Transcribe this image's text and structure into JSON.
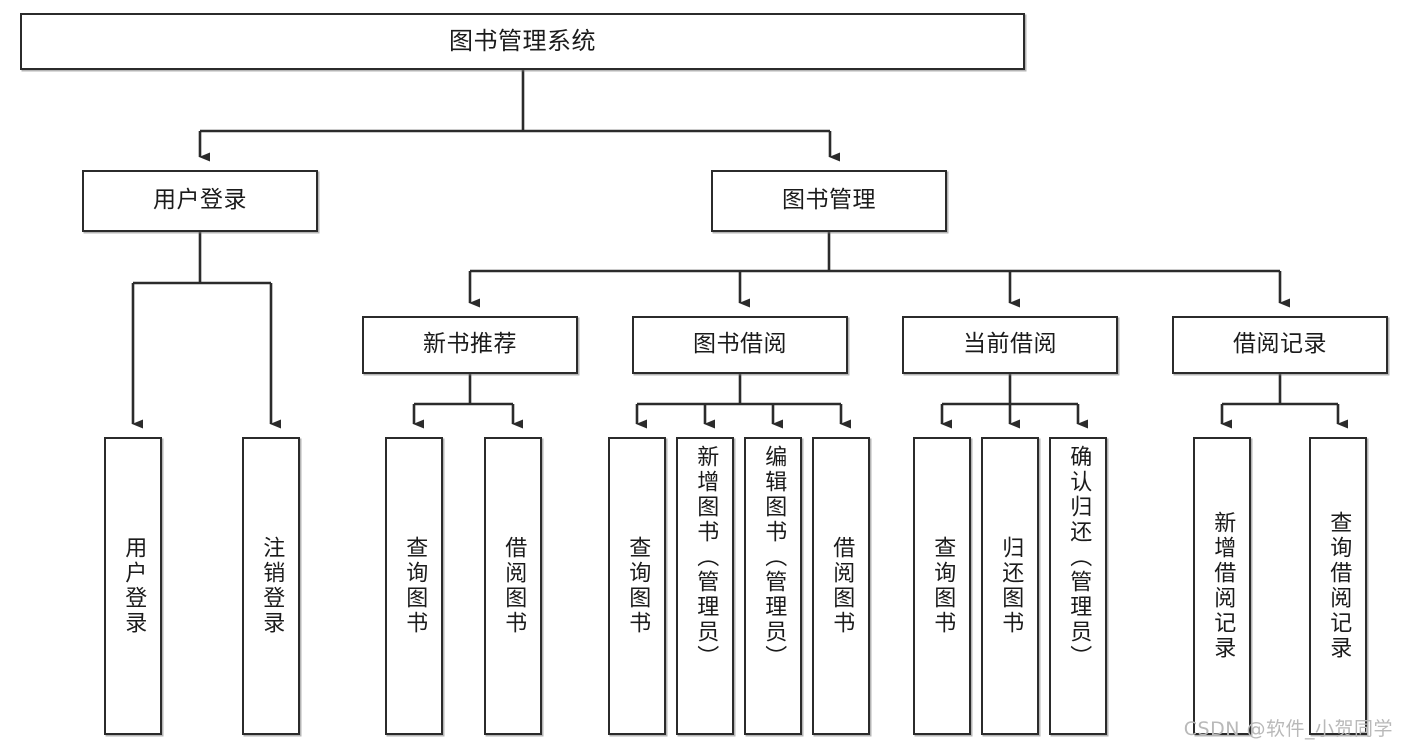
{
  "diagram": {
    "title": "图书管理系统",
    "type": "tree-hierarchy-chart",
    "watermark": "CSDN @软件_小贺同学",
    "colors": {
      "box_border": "#2b2b2b",
      "box_fill": "#ffffff",
      "connector": "#2b2b2b",
      "text": "#1b1b1b",
      "watermark": "#b9b9b9"
    },
    "root": {
      "label": "图书管理系统"
    },
    "level2": [
      {
        "label": "用户登录"
      },
      {
        "label": "图书管理"
      }
    ],
    "level3": [
      {
        "label": "新书推荐"
      },
      {
        "label": "图书借阅"
      },
      {
        "label": "当前借阅"
      },
      {
        "label": "借阅记录"
      }
    ],
    "leaves": {
      "user_login": [
        {
          "label": "用户登录"
        },
        {
          "label": "注销登录"
        }
      ],
      "new_book_recommend": [
        {
          "label": "查询图书"
        },
        {
          "label": "借阅图书"
        }
      ],
      "book_borrow": [
        {
          "label": "查询图书"
        },
        {
          "label": "新增图书（管理员）"
        },
        {
          "label": "编辑图书（管理员）"
        },
        {
          "label": "借阅图书"
        }
      ],
      "current_borrow": [
        {
          "label": "查询图书"
        },
        {
          "label": "归还图书"
        },
        {
          "label": "确认归还（管理员）"
        }
      ],
      "borrow_record": [
        {
          "label": "新增借阅记录"
        },
        {
          "label": "查询借阅记录"
        }
      ]
    }
  }
}
